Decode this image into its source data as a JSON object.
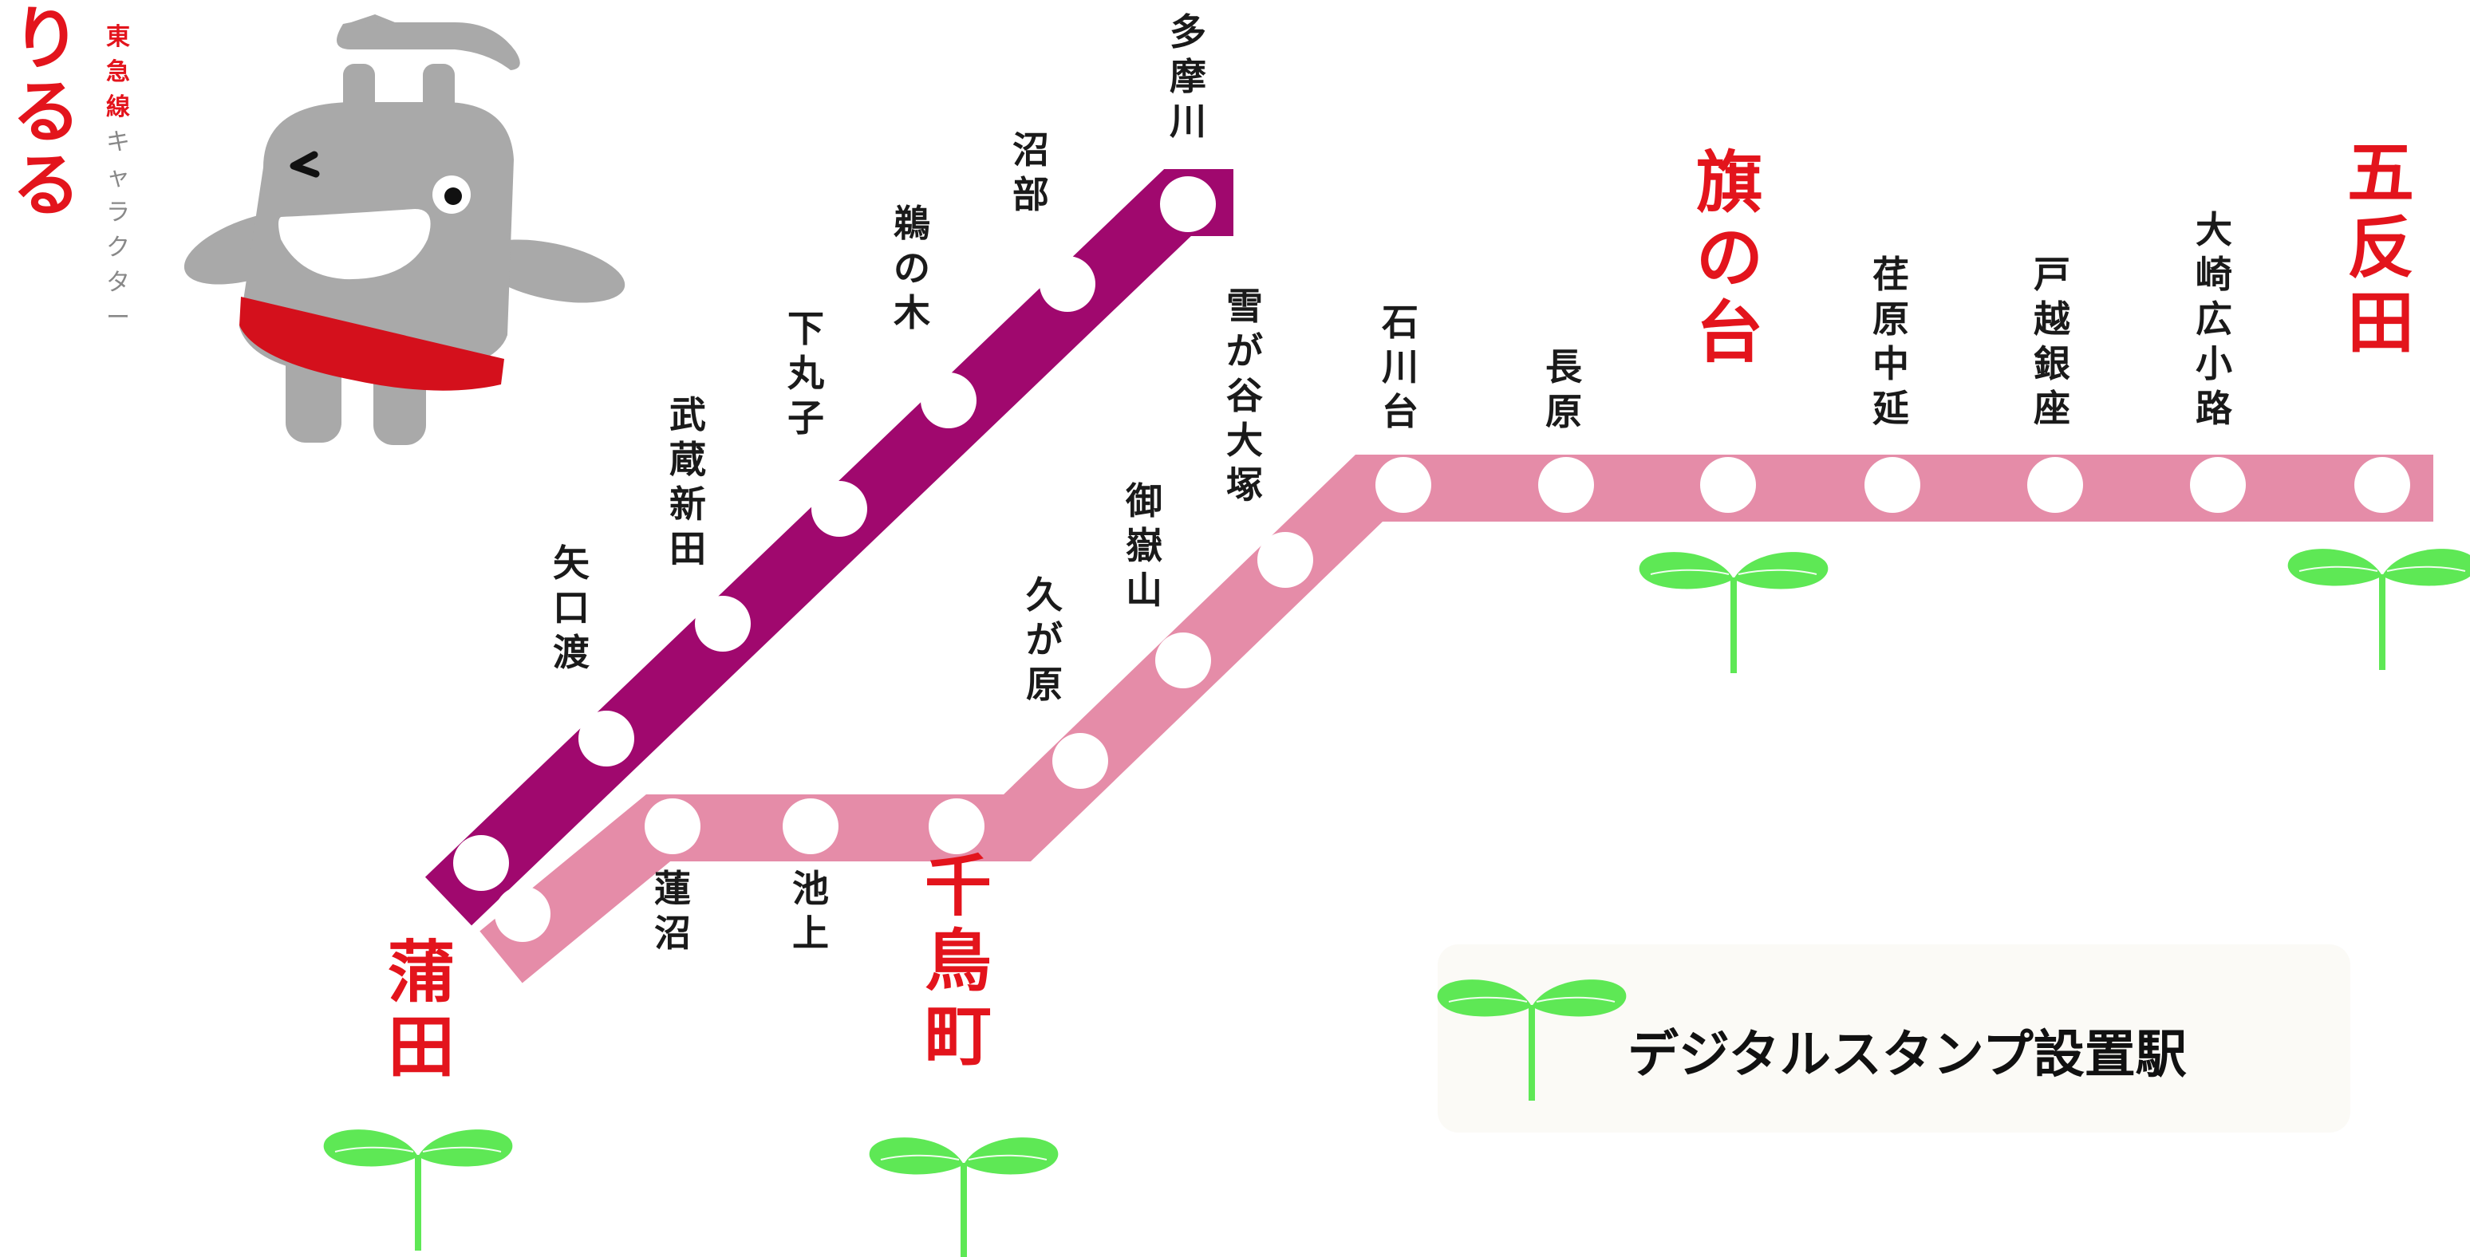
{
  "colors": {
    "ikegami_line": "#a0086e",
    "tamagawa_line": "#e58ca8",
    "station_fill": "#ffffff",
    "highlight_text": "#e3141c",
    "normal_text": "#1a1a1a",
    "sprout": "#5ee855",
    "character_body": "#a9a9a9",
    "character_belt": "#d4101c",
    "legend_bg": "#fbfaf6"
  },
  "logo": {
    "title": "りるる",
    "subtitle_chars": [
      "東",
      "急",
      "線",
      "キ",
      "ャ",
      "ラ",
      "ク",
      "タ",
      "ー"
    ]
  },
  "stations": [
    {
      "id": "kamata",
      "name": "蒲田",
      "highlight": true,
      "stamp": true
    },
    {
      "id": "yaguchinowatashi",
      "name": "矢口渡",
      "highlight": false,
      "stamp": false
    },
    {
      "id": "musashinitta",
      "name": "武蔵新田",
      "highlight": false,
      "stamp": false
    },
    {
      "id": "shimomaruko",
      "name": "下丸子",
      "highlight": false,
      "stamp": false
    },
    {
      "id": "unoki",
      "name": "鵜の木",
      "highlight": false,
      "stamp": false
    },
    {
      "id": "numabe",
      "name": "沼部",
      "highlight": false,
      "stamp": false
    },
    {
      "id": "tamagawa",
      "name": "多摩川",
      "highlight": false,
      "stamp": false
    },
    {
      "id": "hasunuma",
      "name": "蓮沼",
      "highlight": false,
      "stamp": false
    },
    {
      "id": "ikegami",
      "name": "池上",
      "highlight": false,
      "stamp": false
    },
    {
      "id": "chidoricho",
      "name": "千鳥町",
      "highlight": true,
      "stamp": true
    },
    {
      "id": "kugahara",
      "name": "久が原",
      "highlight": false,
      "stamp": false
    },
    {
      "id": "ontakesan",
      "name": "御嶽山",
      "highlight": false,
      "stamp": false
    },
    {
      "id": "yukigayaotsuka",
      "name": "雪が谷大塚",
      "highlight": false,
      "stamp": false
    },
    {
      "id": "ishikawadai",
      "name": "石川台",
      "highlight": false,
      "stamp": false
    },
    {
      "id": "nagahara",
      "name": "長原",
      "highlight": false,
      "stamp": false
    },
    {
      "id": "hatanodai",
      "name": "旗の台",
      "highlight": true,
      "stamp": true
    },
    {
      "id": "ebaranakanobu",
      "name": "荏原中延",
      "highlight": false,
      "stamp": false
    },
    {
      "id": "togoshiginza",
      "name": "戸越銀座",
      "highlight": false,
      "stamp": false
    },
    {
      "id": "osakihirokoji",
      "name": "大崎広小路",
      "highlight": false,
      "stamp": false
    },
    {
      "id": "gotanda",
      "name": "五反田",
      "highlight": true,
      "stamp": true
    }
  ],
  "legend": {
    "icon": "sprout-icon",
    "label": "デジタルスタンプ設置駅"
  }
}
